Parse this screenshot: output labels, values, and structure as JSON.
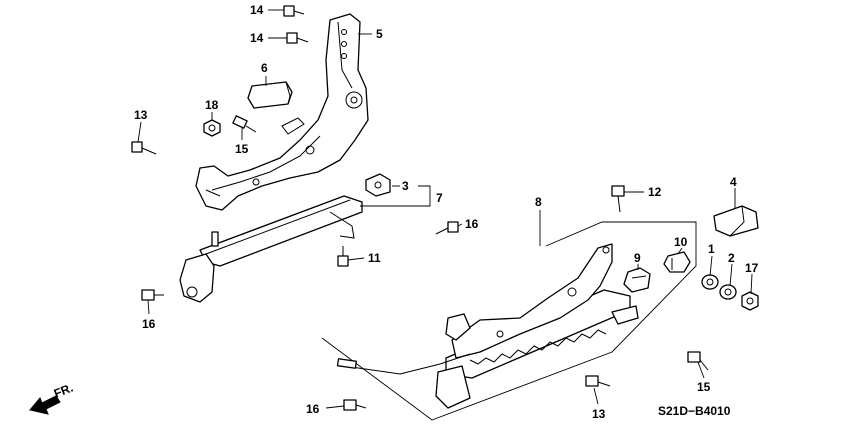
{
  "diagram": {
    "callouts": {
      "c1": "1",
      "c2": "2",
      "c3": "3",
      "c4": "4",
      "c5": "5",
      "c6": "6",
      "c7": "7",
      "c8": "8",
      "c9": "9",
      "c10": "10",
      "c11": "11",
      "c12": "12",
      "c13a": "13",
      "c13b": "13",
      "c14a": "14",
      "c14b": "14",
      "c15a": "15",
      "c15b": "15",
      "c16a": "16",
      "c16b": "16",
      "c16c": "16",
      "c17": "17",
      "c18": "18"
    },
    "direction_label": "FR.",
    "diagram_code": "S21D−B4010"
  }
}
